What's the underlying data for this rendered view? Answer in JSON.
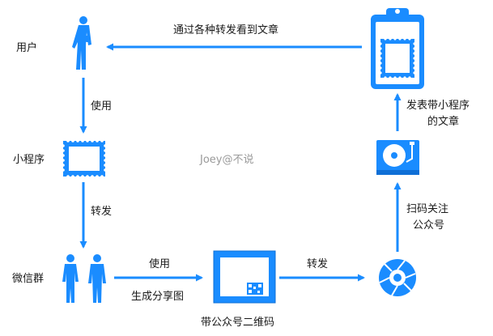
{
  "colors": {
    "primary": "#1a8cff",
    "text": "#1a1a1a",
    "watermark": "#9a9a9a",
    "background": "#ffffff"
  },
  "nodes": {
    "user": {
      "label": "用户",
      "icon": "person-silhouette-icon"
    },
    "miniprogram": {
      "label": "小程序",
      "icon": "stamp-frame-icon"
    },
    "wechat_group": {
      "label": "微信群",
      "icon": "two-people-icon"
    },
    "share_image": {
      "label": "带公众号二维码",
      "icon": "qr-poster-icon"
    },
    "official_account": {
      "icon": "camera-shutter-icon"
    },
    "turntable": {
      "icon": "record-turntable-icon"
    },
    "clipboard": {
      "icon": "clipboard-icon"
    }
  },
  "edges": {
    "user_to_miniprogram": "使用",
    "miniprogram_to_group": "转发",
    "group_to_share_top": "使用",
    "group_to_share_bottom": "生成分享图",
    "share_to_account": "转发",
    "account_to_turntable_line1": "扫码关注",
    "account_to_turntable_line2": "公众号",
    "turntable_to_clipboard_line1": "发表带小程序",
    "turntable_to_clipboard_line2": "的文章",
    "clipboard_to_user": "通过各种转发看到文章"
  },
  "watermark": "Joey@不说"
}
